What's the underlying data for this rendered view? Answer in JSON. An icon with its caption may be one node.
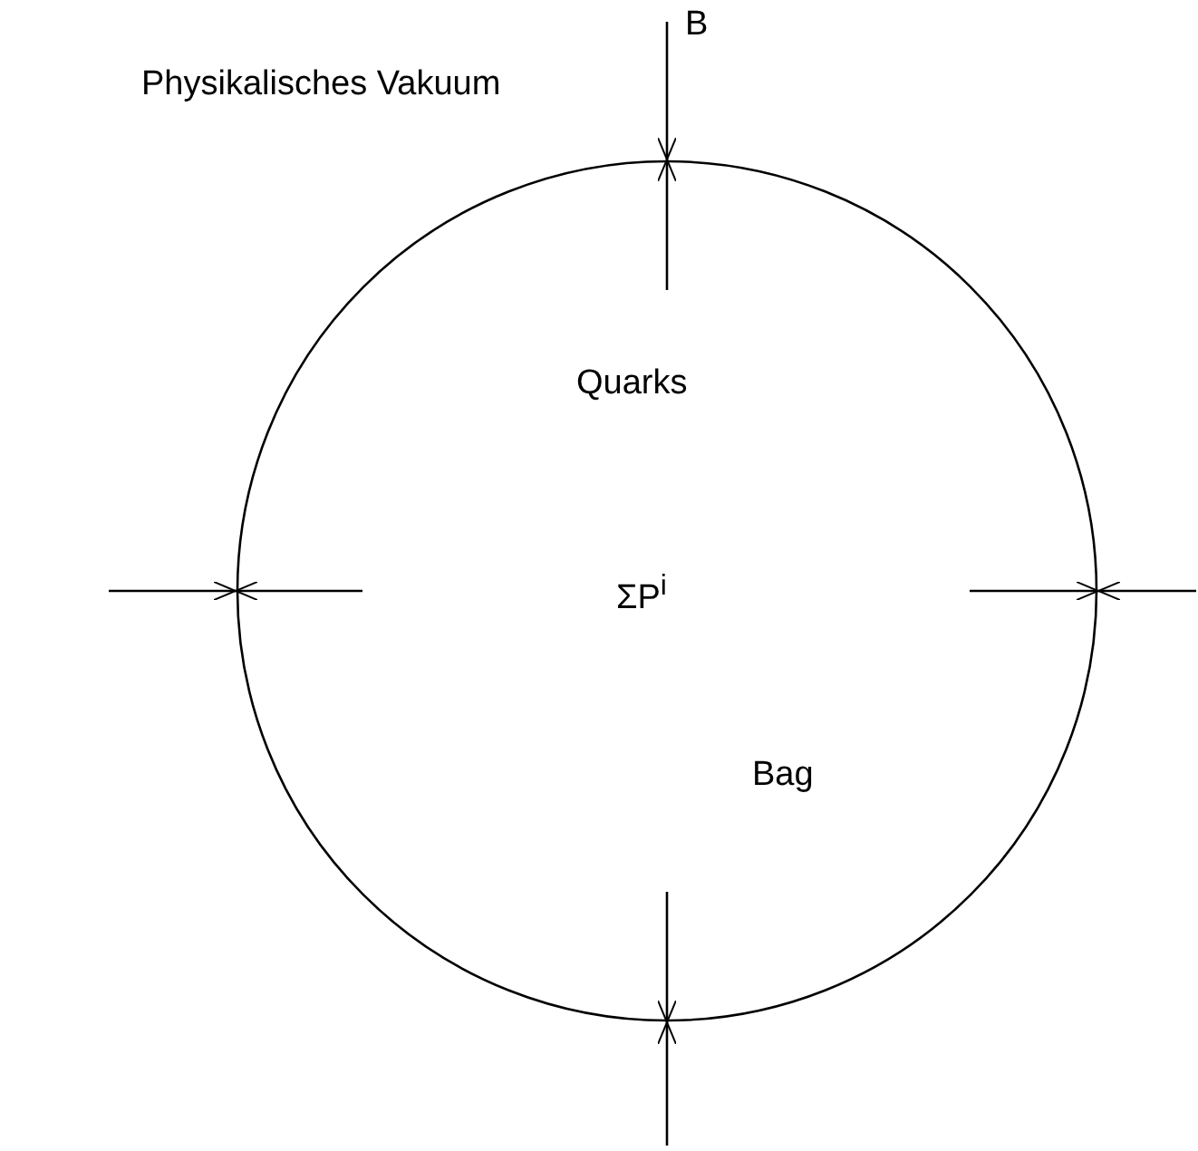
{
  "diagram": {
    "nodes": [
      {
        "text": [
          "Quarks",
          "ΣP$^{i}$",
          "Bag"
        ]
      }
    ],
    "labels": [
      "Physikalisches Vakuum",
      "B"
    ]
  }
}
